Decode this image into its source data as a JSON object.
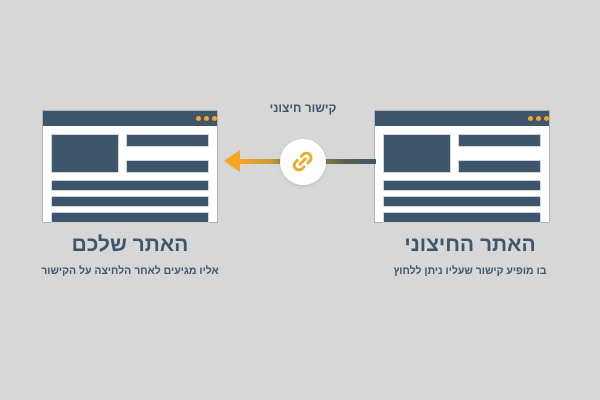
{
  "theme": {
    "background": "#d7d7d7",
    "slate": "#3d566b",
    "orange": "#f5a623",
    "window_border": "#a9b4bb",
    "block_outline": "#cfd6db",
    "white": "#ffffff"
  },
  "diagram": {
    "top_label": "קישור חיצוני",
    "arrow_direction": "left",
    "center_icon": "link-icon"
  },
  "windows": {
    "left": {
      "name": "your-site-window",
      "dots": [
        "dot-orange-1",
        "dot-orange-2",
        "dot-orange-3"
      ],
      "hero_block": "hero-image-placeholder",
      "side_blocks": [
        "side-text-line-1",
        "side-text-line-2"
      ],
      "body_bars": [
        "body-text-line-1",
        "body-text-line-2",
        "body-text-line-3"
      ]
    },
    "right": {
      "name": "external-site-window",
      "dots": [
        "dot-orange-1",
        "dot-orange-2",
        "dot-orange-3"
      ],
      "hero_block": "hero-image-placeholder",
      "side_blocks": [
        "side-text-line-1",
        "side-text-line-2"
      ],
      "body_bars": [
        "body-text-line-1",
        "body-text-line-2",
        "body-text-line-3"
      ]
    }
  },
  "captions": {
    "left": {
      "title": "האתר שלכם",
      "subtitle": "אליו מגיעים לאחר הלחיצה על הקישור"
    },
    "right": {
      "title": "האתר החיצוני",
      "subtitle": "בו מופיע קישור שעליו ניתן ללחוץ"
    }
  }
}
